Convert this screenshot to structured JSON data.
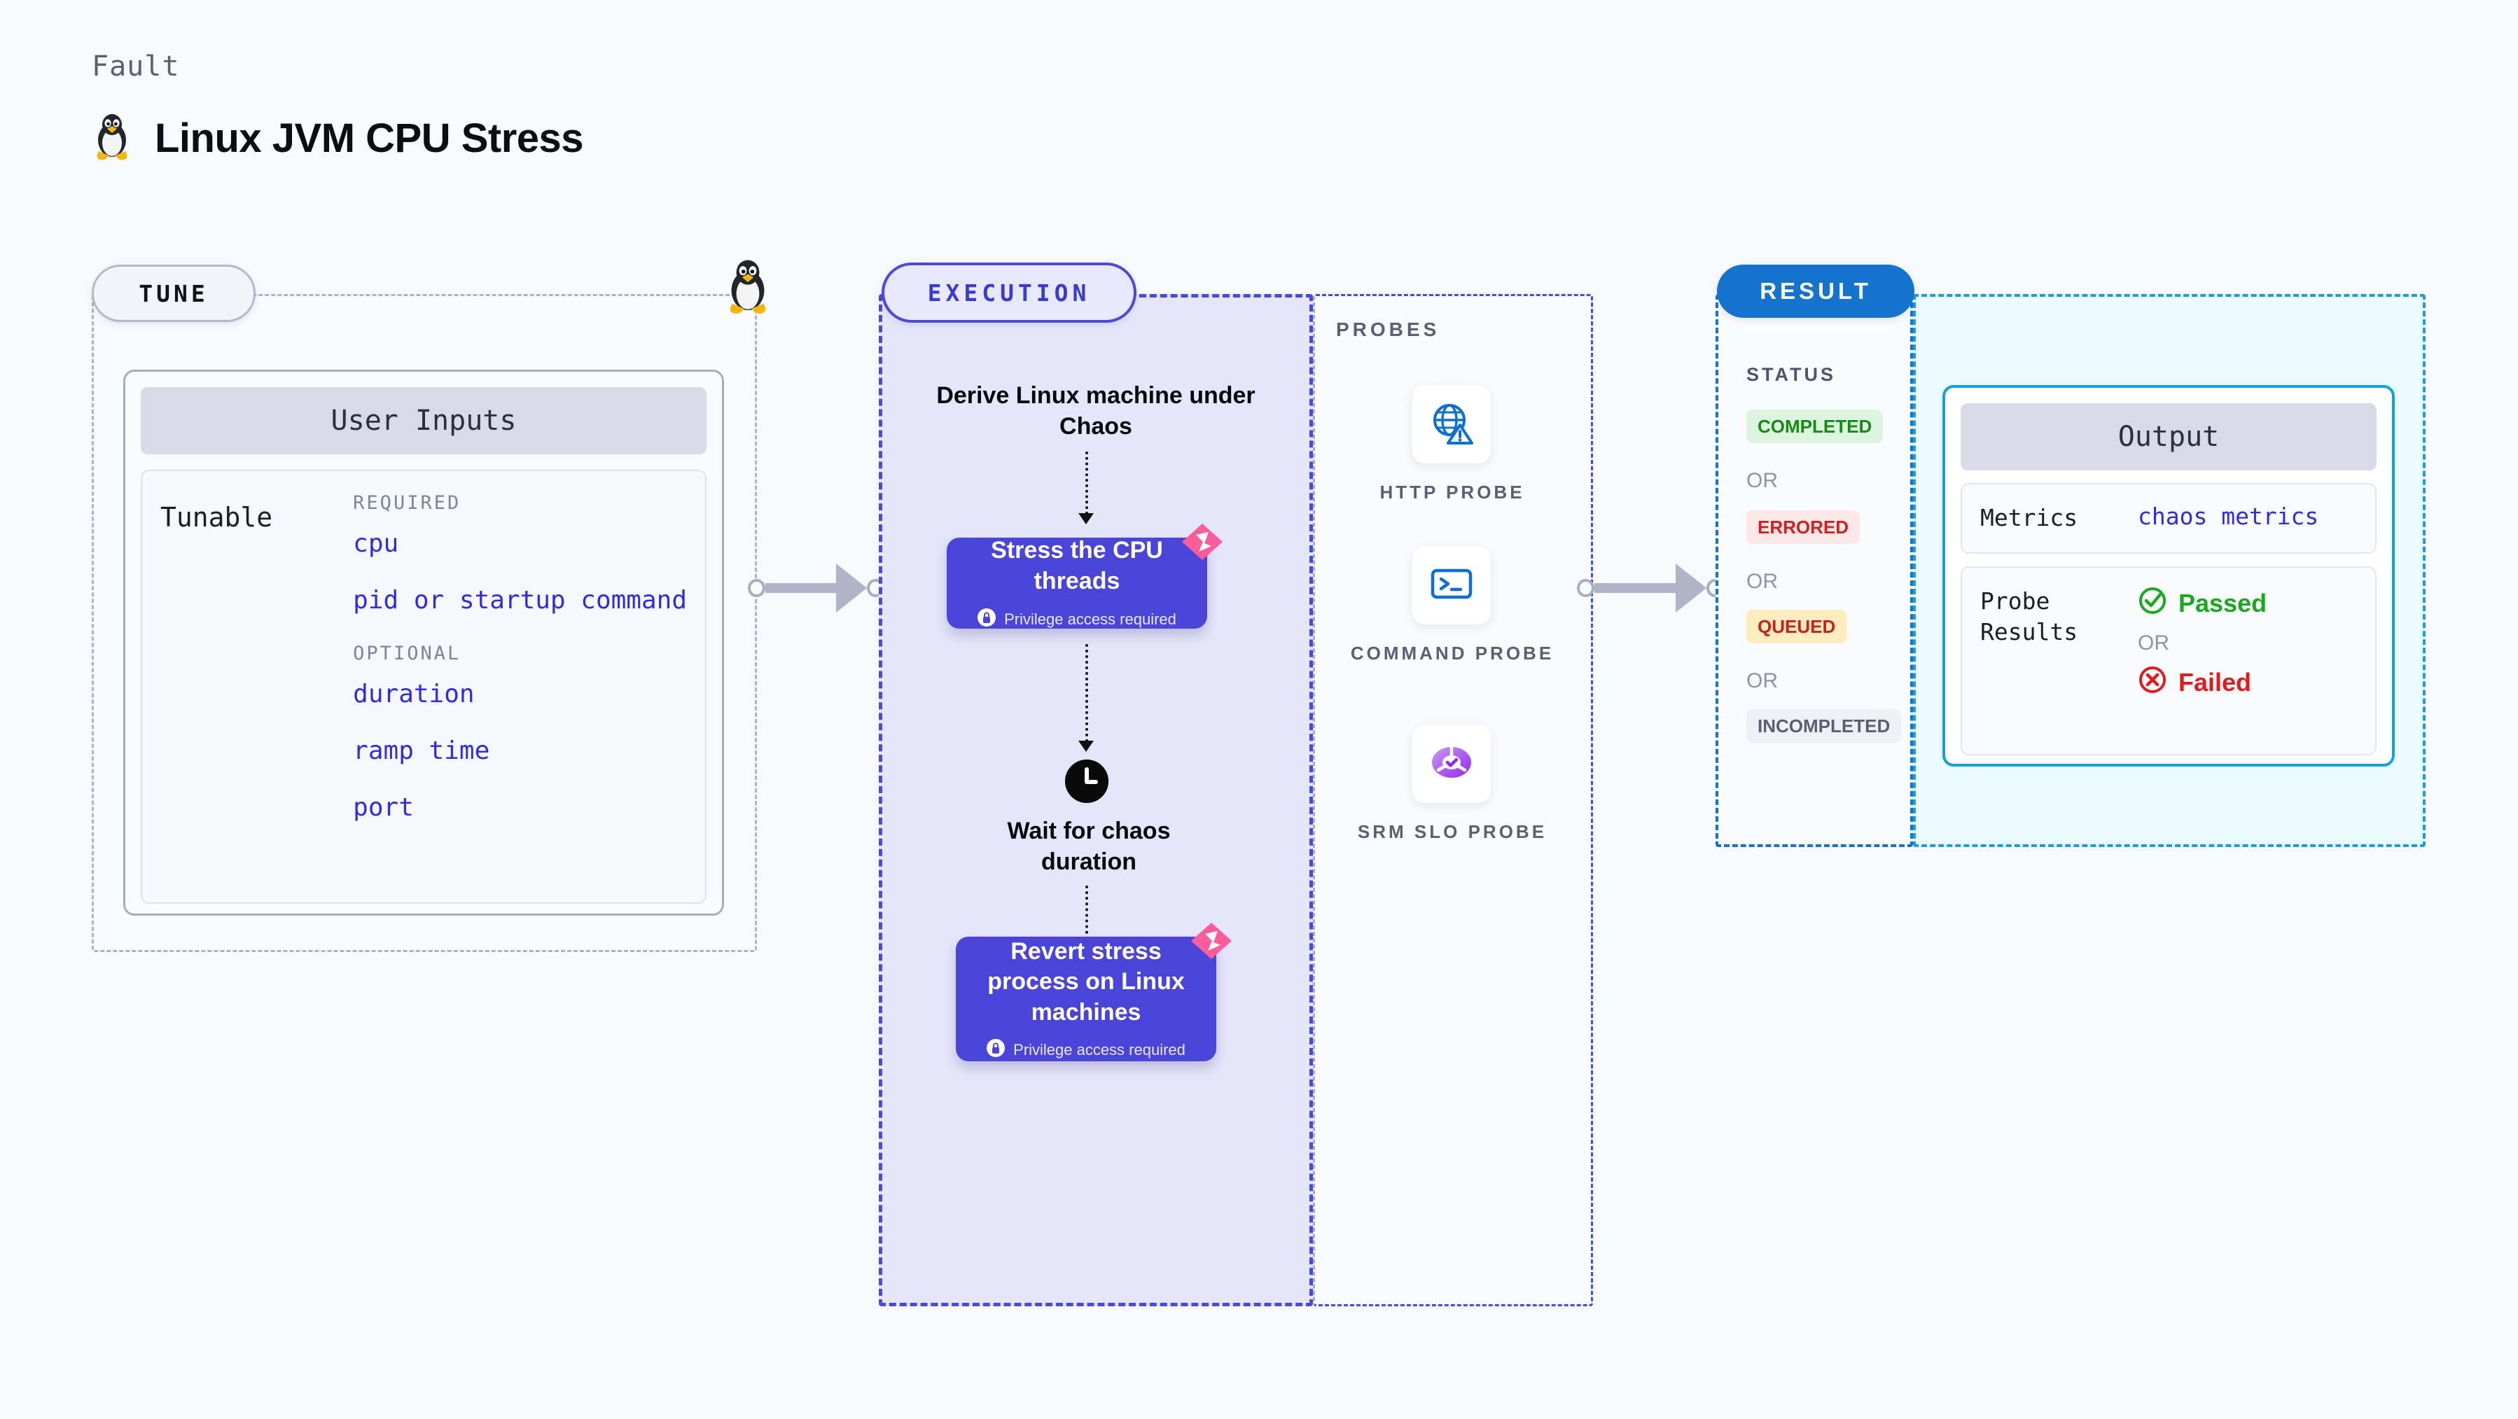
{
  "header": {
    "kicker": "Fault",
    "title": "Linux JVM CPU Stress",
    "icon": "tux-penguin-icon"
  },
  "tune": {
    "pill_label": "TUNE",
    "border_icon": "tux-penguin-icon",
    "card": {
      "title": "User Inputs",
      "key_label": "Tunable",
      "groups": [
        {
          "label": "REQUIRED",
          "items": [
            "cpu",
            "pid or startup command"
          ]
        },
        {
          "label": "OPTIONAL",
          "items": [
            "duration",
            "ramp time",
            "port"
          ]
        }
      ]
    }
  },
  "execution": {
    "pill_label": "EXECUTION",
    "steps": [
      {
        "type": "text",
        "label": "Derive Linux machine under Chaos"
      },
      {
        "type": "card",
        "label": "Stress the CPU threads",
        "privilege": "Privilege access required",
        "badge": "chaos-badge-icon",
        "lock": "lock-icon"
      },
      {
        "type": "wait",
        "label": "Wait for chaos duration",
        "icon": "clock-icon"
      },
      {
        "type": "card",
        "label": "Revert stress process on Linux machines",
        "privilege": "Privilege access required",
        "badge": "chaos-badge-icon",
        "lock": "lock-icon"
      }
    ]
  },
  "probes": {
    "section_label": "PROBES",
    "items": [
      {
        "caption": "HTTP PROBE",
        "icon": "globe-warning-icon"
      },
      {
        "caption": "COMMAND PROBE",
        "icon": "terminal-icon"
      },
      {
        "caption": "SRM SLO PROBE",
        "icon": "slo-donut-check-icon"
      }
    ]
  },
  "result": {
    "pill_label": "RESULT",
    "status_label": "STATUS",
    "or_label": "OR",
    "statuses": [
      {
        "label": "COMPLETED",
        "bg": "#ddf5de",
        "fg": "#158a18"
      },
      {
        "label": "ERRORED",
        "bg": "#fde8e8",
        "fg": "#d31f1f"
      },
      {
        "label": "QUEUED",
        "bg": "#fdecbe",
        "fg": "#c81f1f"
      },
      {
        "label": "INCOMPLETED",
        "bg": "#eef0f6",
        "fg": "#5a6072"
      }
    ],
    "output": {
      "title": "Output",
      "rows": [
        {
          "key": "Metrics",
          "value": "chaos metrics"
        },
        {
          "key": "Probe Results",
          "passed": "Passed",
          "failed": "Failed",
          "or": "OR"
        }
      ]
    }
  },
  "colors": {
    "card_purple": "#4a45d8",
    "exec_fill": "#e6e6fb",
    "exec_border": "#4b49da",
    "result_blue": "#1473cc",
    "output_cyan": "#14a0dd",
    "tunable_blue": "#2f2ce0",
    "chaos_pink": "#fa5d9a",
    "passed_green": "#1aa81e",
    "failed_red": "#e01b1b"
  }
}
